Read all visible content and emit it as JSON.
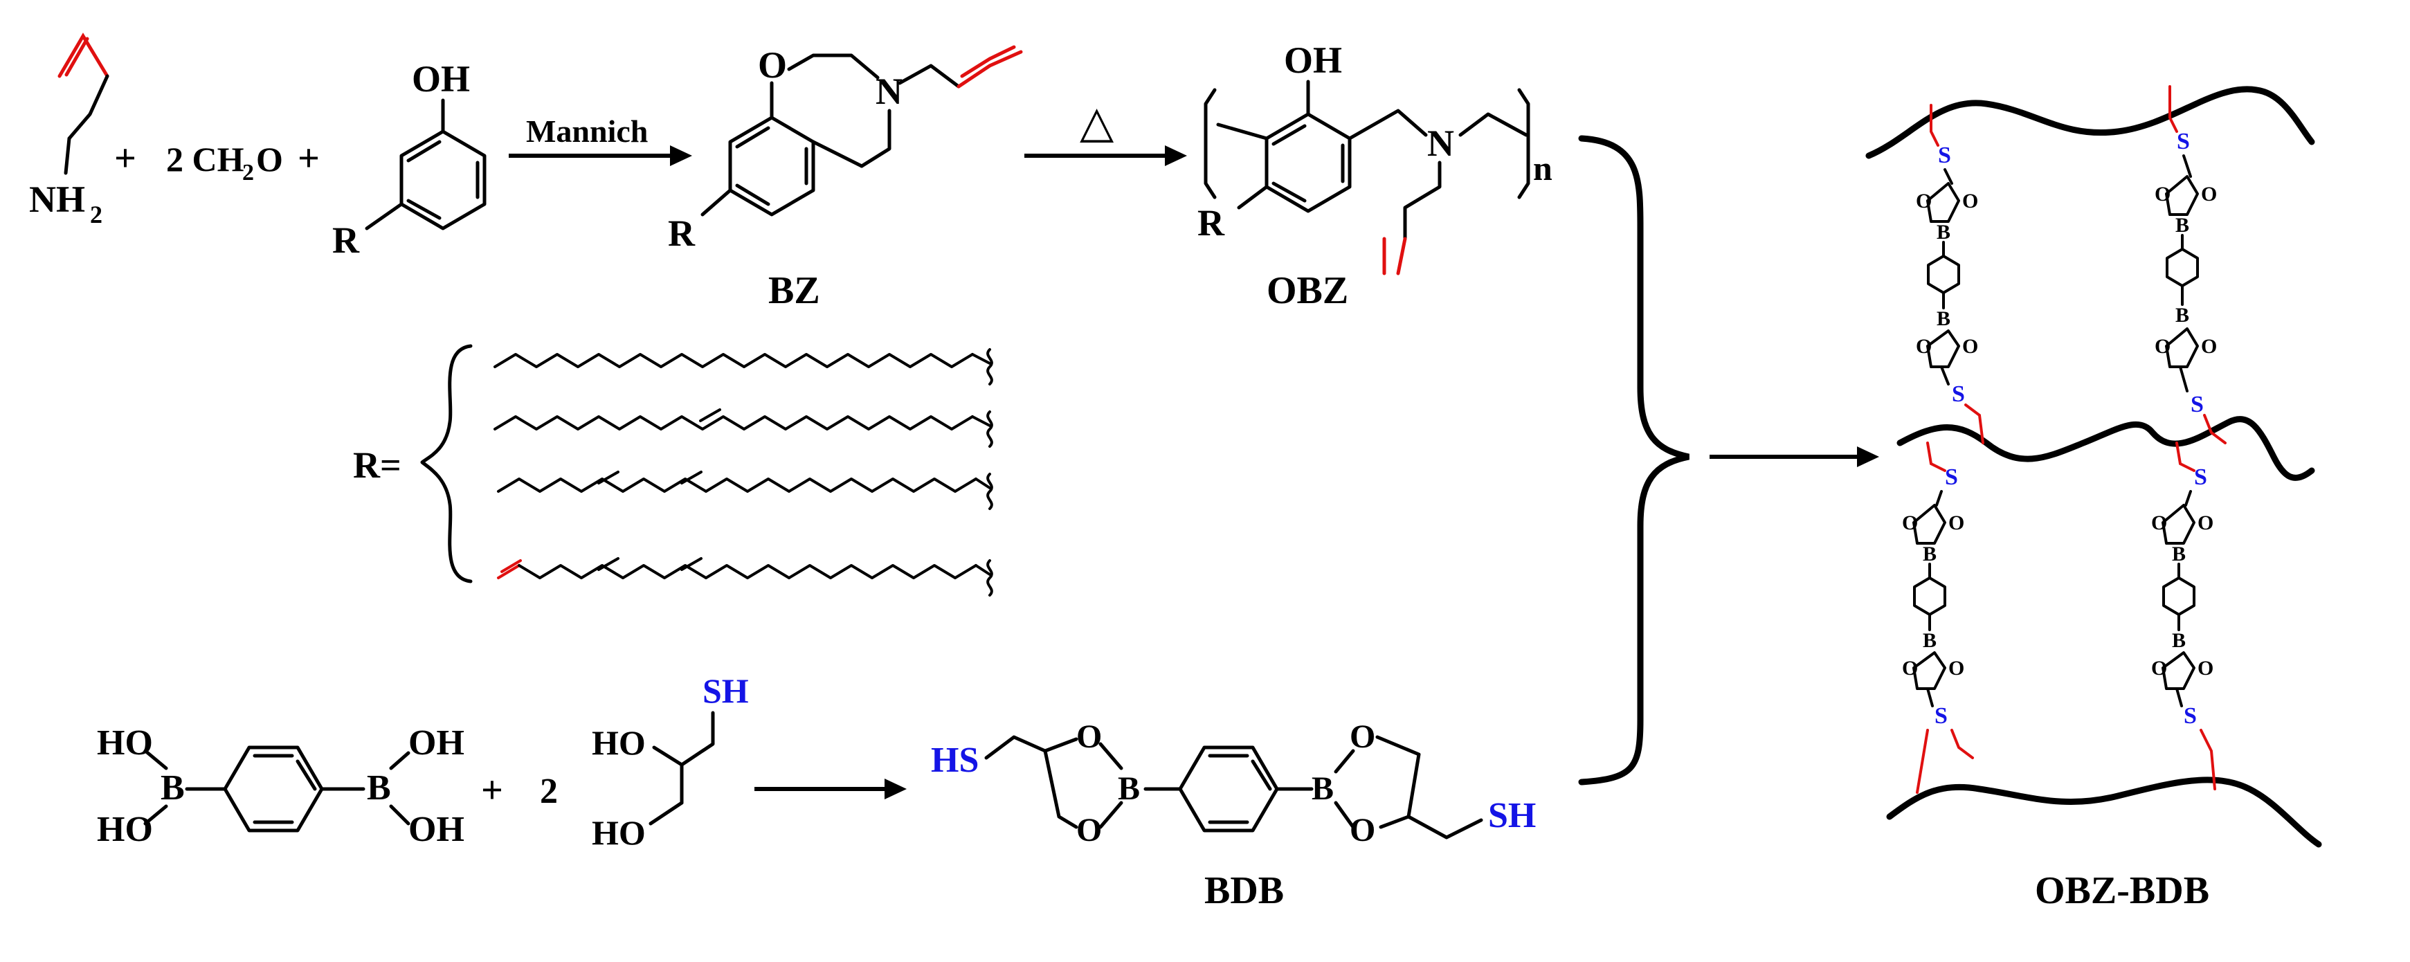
{
  "labels": {
    "nh2": "NH",
    "nh2_sub": "2",
    "plus1": "+",
    "ch2o": "2 CH",
    "ch2o_sub": "2",
    "ch2o_o": "O",
    "plus2": "+",
    "oh_phenol": "OH",
    "r_phenol": "R",
    "mannich": "Mannich",
    "bz_o": "O",
    "bz_n": "N",
    "bz_r": "R",
    "bz": "BZ",
    "heat": "△",
    "obz_oh": "OH",
    "obz_n": "N",
    "obz_r": "R",
    "obz_n_repeat": "n",
    "obz": "OBZ",
    "r_equals": "R=",
    "ho1": "HO",
    "ho2": "HO",
    "b_left": "B",
    "b_right": "B",
    "oh1": "OH",
    "oh2": "OH",
    "plus3": "+",
    "two": "2",
    "sh_top": "SH",
    "ho_glycerol1": "HO",
    "ho_glycerol2": "HO",
    "hs_bdb": "HS",
    "bdb_o1": "O",
    "bdb_o2": "O",
    "bdb_b1": "B",
    "bdb_b2": "B",
    "bdb_o3": "O",
    "bdb_o4": "O",
    "sh_bdb": "SH",
    "bdb": "BDB",
    "net_s": "S",
    "net_o": "O",
    "net_b": "B",
    "obz_bdb": "OBZ-BDB"
  },
  "colors": {
    "red_highlight": "#e01010",
    "blue_text": "#1414e6",
    "black": "#000000"
  }
}
